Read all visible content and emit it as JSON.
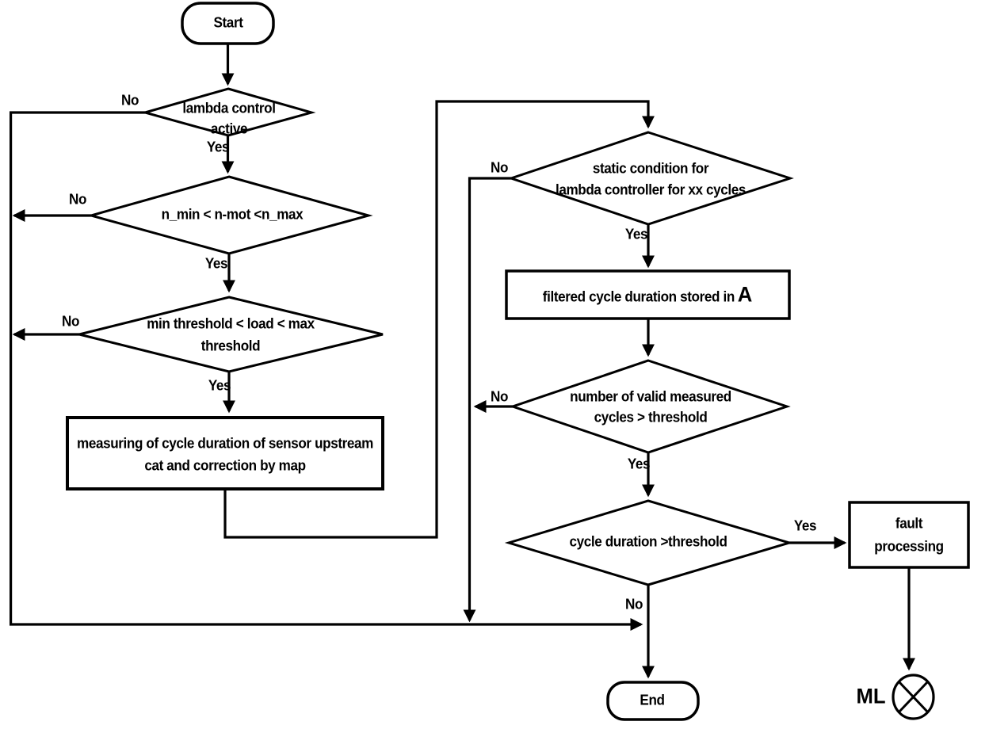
{
  "colors": {
    "line": "#000000",
    "background": "#ffffff"
  },
  "flowchart": {
    "start": {
      "label": "Start"
    },
    "decision_lambda_active": {
      "line1": "lambda control",
      "line2": "active",
      "yes": "Yes",
      "no": "No"
    },
    "decision_engine_speed": {
      "text": "n_min < n-mot <n_max",
      "yes": "Yes",
      "no": "No"
    },
    "decision_load": {
      "line1": "min threshold < load < max",
      "line2": "threshold",
      "yes": "Yes",
      "no": "No"
    },
    "process_measuring": {
      "line1": "measuring of cycle duration of sensor upstream",
      "line2": "cat and correction by map"
    },
    "decision_static_condition": {
      "line1": "static condition for",
      "line2": "lambda controller for xx cycles",
      "yes": "Yes",
      "no": "No"
    },
    "process_filtered_store": {
      "text": "filtered cycle duration stored in",
      "variable": "A"
    },
    "decision_valid_cycles": {
      "line1": "number of valid measured",
      "line2": "cycles > threshold",
      "yes": "Yes",
      "no": "No"
    },
    "decision_cycle_duration": {
      "text": "cycle duration >threshold",
      "yes": "Yes",
      "no": "No"
    },
    "process_fault": {
      "line1": "fault",
      "line2": "processing"
    },
    "end": {
      "label": "End"
    },
    "malfunction_lamp": {
      "label": "ML",
      "icon": "crossed-circle-lamp-icon"
    }
  }
}
